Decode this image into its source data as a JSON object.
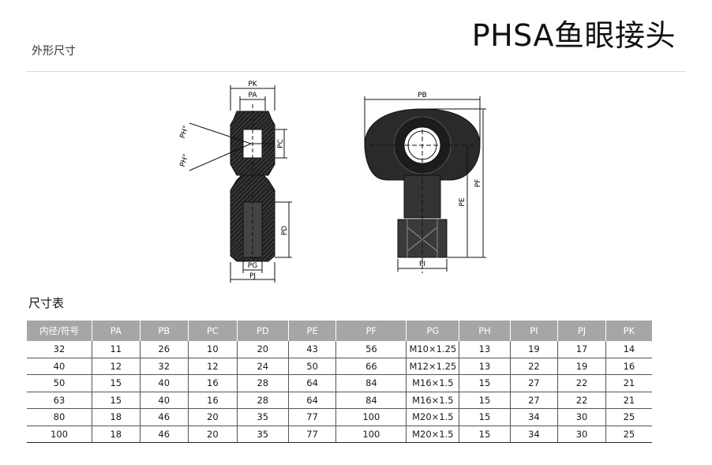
{
  "page": {
    "title": "PHSA鱼眼接头",
    "section_outline": "外形尺寸",
    "section_table": "尺寸表"
  },
  "drawing": {
    "labels": {
      "pk": "PK",
      "pa": "PA",
      "pc": "PC",
      "pd": "PD",
      "pg": "PG",
      "pj": "PJ",
      "ph1": "PH°",
      "ph2": "PH°",
      "pb": "PB",
      "pe": "PE",
      "pf": "PF",
      "pi": "PI"
    }
  },
  "table": {
    "headers": [
      "内径/符号",
      "PA",
      "PB",
      "PC",
      "PD",
      "PE",
      "PF",
      "PG",
      "PH",
      "PI",
      "PJ",
      "PK"
    ],
    "rows": [
      [
        "32",
        "11",
        "26",
        "10",
        "20",
        "43",
        "56",
        "M10×1.25",
        "13",
        "19",
        "17",
        "14"
      ],
      [
        "40",
        "12",
        "32",
        "12",
        "24",
        "50",
        "66",
        "M12×1.25",
        "13",
        "22",
        "19",
        "16"
      ],
      [
        "50",
        "15",
        "40",
        "16",
        "28",
        "64",
        "84",
        "M16×1.5",
        "15",
        "27",
        "22",
        "21"
      ],
      [
        "63",
        "15",
        "40",
        "16",
        "28",
        "64",
        "84",
        "M16×1.5",
        "15",
        "27",
        "22",
        "21"
      ],
      [
        "80",
        "18",
        "46",
        "20",
        "35",
        "77",
        "100",
        "M20×1.5",
        "15",
        "34",
        "30",
        "25"
      ],
      [
        "100",
        "18",
        "46",
        "20",
        "35",
        "77",
        "100",
        "M20×1.5",
        "15",
        "34",
        "30",
        "25"
      ]
    ]
  }
}
